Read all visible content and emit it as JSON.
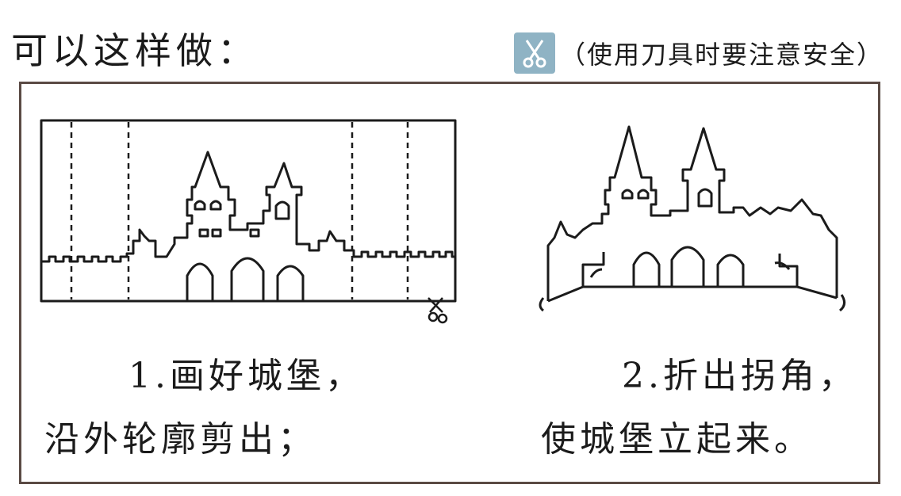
{
  "header": {
    "title": "可以这样做："
  },
  "safety": {
    "note": "（使用刀具时要注意安全）",
    "badge_color": "#8fb3c4",
    "icon": "scissors-icon"
  },
  "steps": [
    {
      "line1": "1.画好城堡，",
      "line2": "沿外轮廓剪出；"
    },
    {
      "line1": "2.折出拐角，",
      "line2": "使城堡立起来。"
    }
  ]
}
